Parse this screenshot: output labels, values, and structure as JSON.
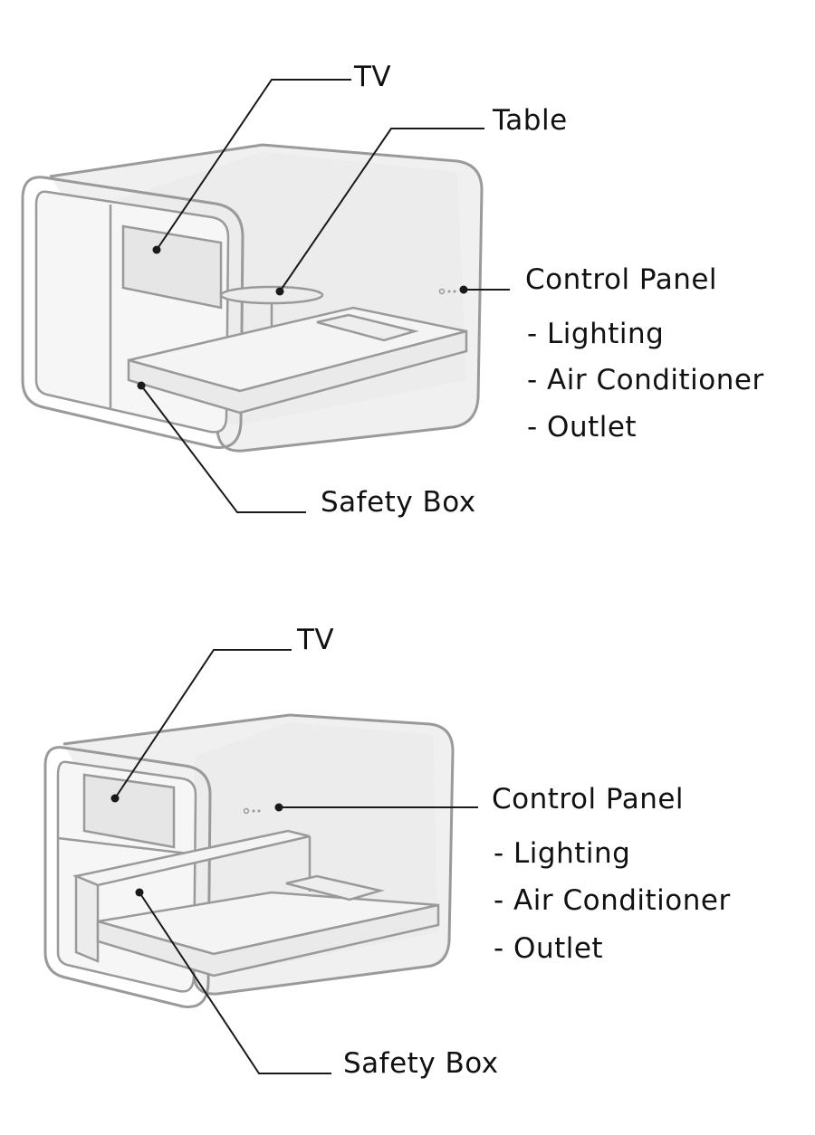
{
  "diagrams": [
    {
      "labels": {
        "tv": "TV",
        "table": "Table",
        "control_panel": "Control Panel",
        "features": [
          "- Lighting",
          "- Air Conditioner",
          "- Outlet"
        ],
        "safety_box": "Safety Box"
      }
    },
    {
      "labels": {
        "tv": "TV",
        "control_panel": "Control Panel",
        "features": [
          "- Lighting",
          "- Air Conditioner",
          "- Outlet"
        ],
        "safety_box": "Safety Box"
      }
    }
  ],
  "colors": {
    "line": "#1a1a1a",
    "outline": "#9a9a9a",
    "fill": "#f0f0f0",
    "panel": "#e6e6e6",
    "background": "#ffffff"
  }
}
